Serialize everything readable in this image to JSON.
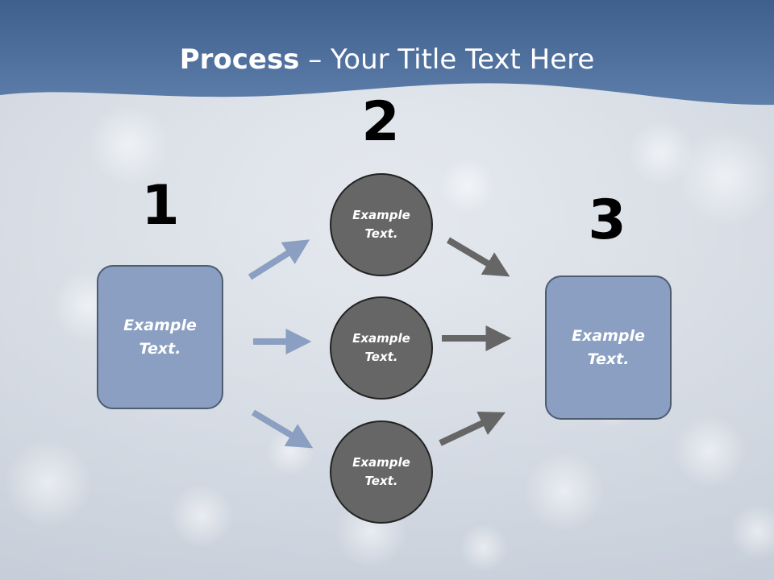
{
  "slide": {
    "title_bold": "Process",
    "title_rest": " – Your Title Text Here",
    "colors": {
      "header_blue": "#4a6a9a",
      "box_fill": "#8a9fc1",
      "box_border": "#4f5d73",
      "circle_fill": "#666666",
      "circle_border": "#222222",
      "blue_arrow": "#8a9fc1",
      "gray_arrow": "#666666"
    }
  },
  "steps": {
    "one": "1",
    "two": "2",
    "three": "3"
  },
  "boxes": {
    "left": {
      "line1": "Example",
      "line2": "Text."
    },
    "right": {
      "line1": "Example",
      "line2": "Text."
    }
  },
  "circles": {
    "top": {
      "line1": "Example",
      "line2": "Text."
    },
    "middle": {
      "line1": "Example",
      "line2": "Text."
    },
    "bottom": {
      "line1": "Example",
      "line2": "Text."
    }
  }
}
